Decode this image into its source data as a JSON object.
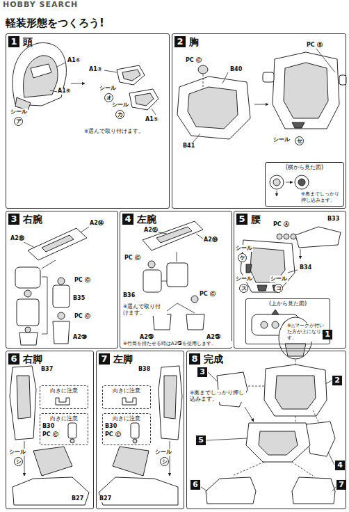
{
  "diagram": {
    "title": "軽装形態をつくろう!",
    "nodes": [
      {
        "text": [
          "1",
          "頭"
        ]
      },
      {
        "text": [
          "2",
          "胸"
        ]
      },
      {
        "text": [
          "(横から見た図)",
          "※奥までしっかり押し込みます。"
        ],
        "in": 1
      },
      {
        "text": [
          "3",
          "右腕"
        ]
      },
      {
        "text": [
          "4",
          "左腕"
        ]
      },
      {
        "text": [
          "5",
          "腰"
        ]
      },
      {
        "text": [
          "(上から見た図)",
          "※△マークが付いた方が上になります。"
        ],
        "in": 5
      },
      {
        "text": [
          "6",
          "右脚"
        ]
      },
      {
        "text": [
          "向きに注意"
        ],
        "in": 7
      },
      {
        "text": [
          "向きに注意"
        ],
        "in": 7
      },
      {
        "text": [
          "7",
          "左脚"
        ]
      },
      {
        "text": [
          "向きに注意"
        ],
        "in": 10
      },
      {
        "text": [
          "向きに注意"
        ],
        "in": 10
      },
      {
        "text": [
          "8",
          "完成"
        ]
      }
    ],
    "labels": [
      "HOBBY SEARCH",
      "A1④",
      "A1⑥",
      "シール",
      "ア",
      "A1③",
      "シール",
      "オ",
      "シール",
      "カ",
      "A1⑤",
      "※選んで取り付けます。",
      "PC Ⓒ",
      "B40",
      "B41",
      "PC Ⓑ",
      "シール",
      "セ",
      "A2⑭",
      "A2⑱",
      "PC Ⓒ",
      "B35",
      "PC Ⓒ",
      "A2㉖",
      "A2⑮",
      "A2⑲",
      "PC Ⓒ",
      "B36",
      "※選んで取り付けます。",
      "PC Ⓒ",
      "A2㉔",
      "A2㉕",
      "※竹筒を持たせる時はA2㉕を使用します。",
      "B33",
      "PC Ⓐ",
      "シール",
      "ケ",
      "シール",
      "ス",
      "シール",
      "コ",
      "B34",
      "B37",
      "B30",
      "PC Ⓒ",
      "シール",
      "シ",
      "B27",
      "B38",
      "B30",
      "PC Ⓒ",
      "シール",
      "シ",
      "B27",
      "1",
      "3",
      "2",
      "※奥までしっかり押し込みます。",
      "5",
      "4",
      "6",
      "7"
    ]
  }
}
